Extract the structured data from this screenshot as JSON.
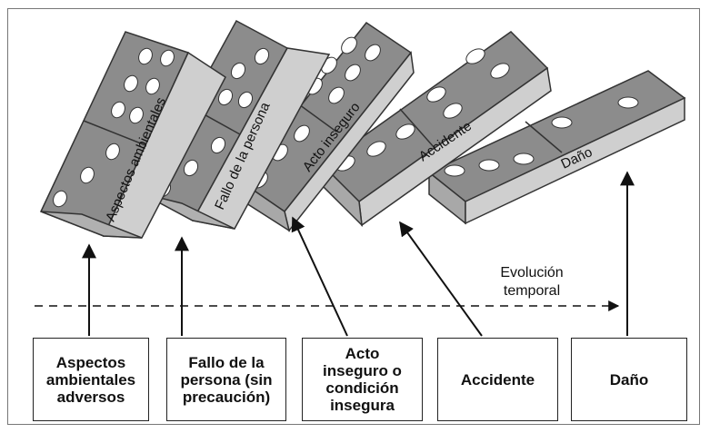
{
  "dominoes": [
    {
      "label": "Aspectos ambientales",
      "top_pips": 6,
      "bottom_pips": 3
    },
    {
      "label": "Fallo de la persona",
      "top_pips": 4,
      "bottom_pips": 3
    },
    {
      "label": "Acto inseguro",
      "top_pips": 6,
      "bottom_pips": 3
    },
    {
      "label": "Accidente",
      "top_pips": 4,
      "bottom_pips": 3
    },
    {
      "label": "Daño",
      "top_pips": 2,
      "bottom_pips": 3
    }
  ],
  "boxes": [
    {
      "text": "Aspectos\nambientales\nadversos"
    },
    {
      "text": "Fallo de la\npersona (sin\nprecaución)"
    },
    {
      "text": "Acto\ninseguro o\ncondición\ninsegura"
    },
    {
      "text": "Accidente"
    },
    {
      "text": "Daño"
    }
  ],
  "timeline": {
    "label_line1": "Evolución",
    "label_line2": "temporal"
  },
  "colors": {
    "tile_face": "#8c8c8c",
    "tile_side": "#cfcfcf",
    "tile_edge": "#333333",
    "pip": "#ffffff"
  }
}
